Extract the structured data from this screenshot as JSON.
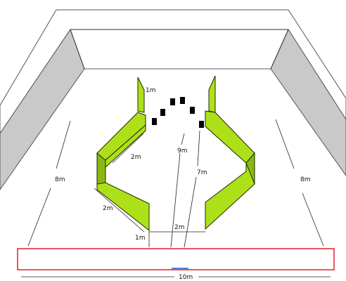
{
  "diagram": {
    "dimension_labels": {
      "top_gap": "1m",
      "left_upper_segment": "2m",
      "left_lower_segment": "2m",
      "center_long": "9m",
      "center_mid": "7m",
      "left_side": "8m",
      "right_side": "8m",
      "bottom_inner_width": "2m",
      "bottom_gap": "1m",
      "total_width": "10m"
    },
    "colors": {
      "barrier": "#aee01a",
      "start_zone_border": "#e0202a",
      "start_marker": "#5a7fd0",
      "wall_side": "#c9c9c9"
    }
  }
}
